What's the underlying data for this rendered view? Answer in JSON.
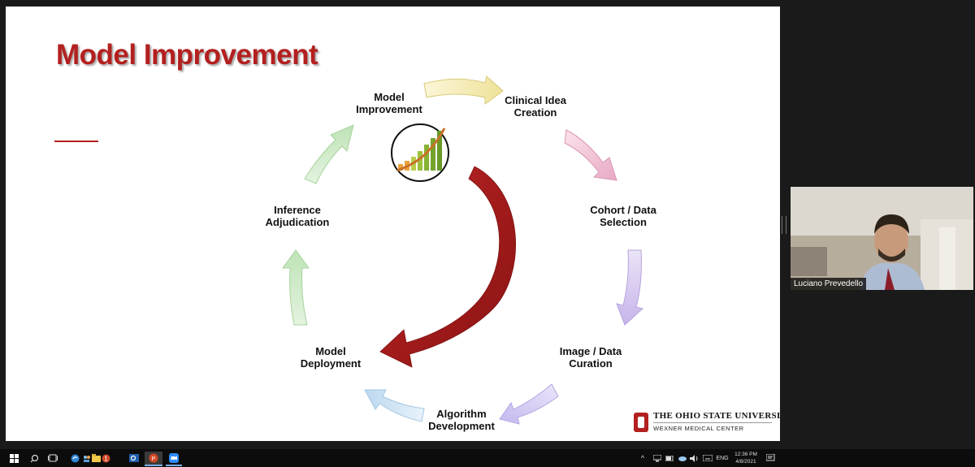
{
  "slide": {
    "title": "Model Improvement",
    "cycle_steps": {
      "model_improvement": [
        "Model",
        "Improvement"
      ],
      "clinical_idea": [
        "Clinical Idea",
        "Creation"
      ],
      "cohort_data": [
        "Cohort / Data",
        "Selection"
      ],
      "image_data": [
        "Image / Data",
        "Curation"
      ],
      "algorithm": [
        "Algorithm",
        "Development"
      ],
      "model_deployment": [
        "Model",
        "Deployment"
      ],
      "inference": [
        "Inference",
        "Adjudication"
      ]
    },
    "logo": {
      "name": "THE OHIO STATE UNIVERSITY",
      "subtitle": "WEXNER MEDICAL CENTER"
    },
    "colors": {
      "title_red": "#b3201f",
      "arrow_big": "#a71e1e"
    }
  },
  "webcam": {
    "participant_name": "Luciano Prevedello"
  },
  "taskbar": {
    "language": "ENG",
    "time": "12:36 PM",
    "date": "4/8/2021",
    "notification_count": "1",
    "icons": [
      "windows-start-icon",
      "search-icon",
      "task-view-icon",
      "edge-icon",
      "people-icon",
      "file-explorer-icon",
      "store-icon",
      "outlook-icon",
      "powerpoint-icon",
      "zoom-icon"
    ]
  }
}
